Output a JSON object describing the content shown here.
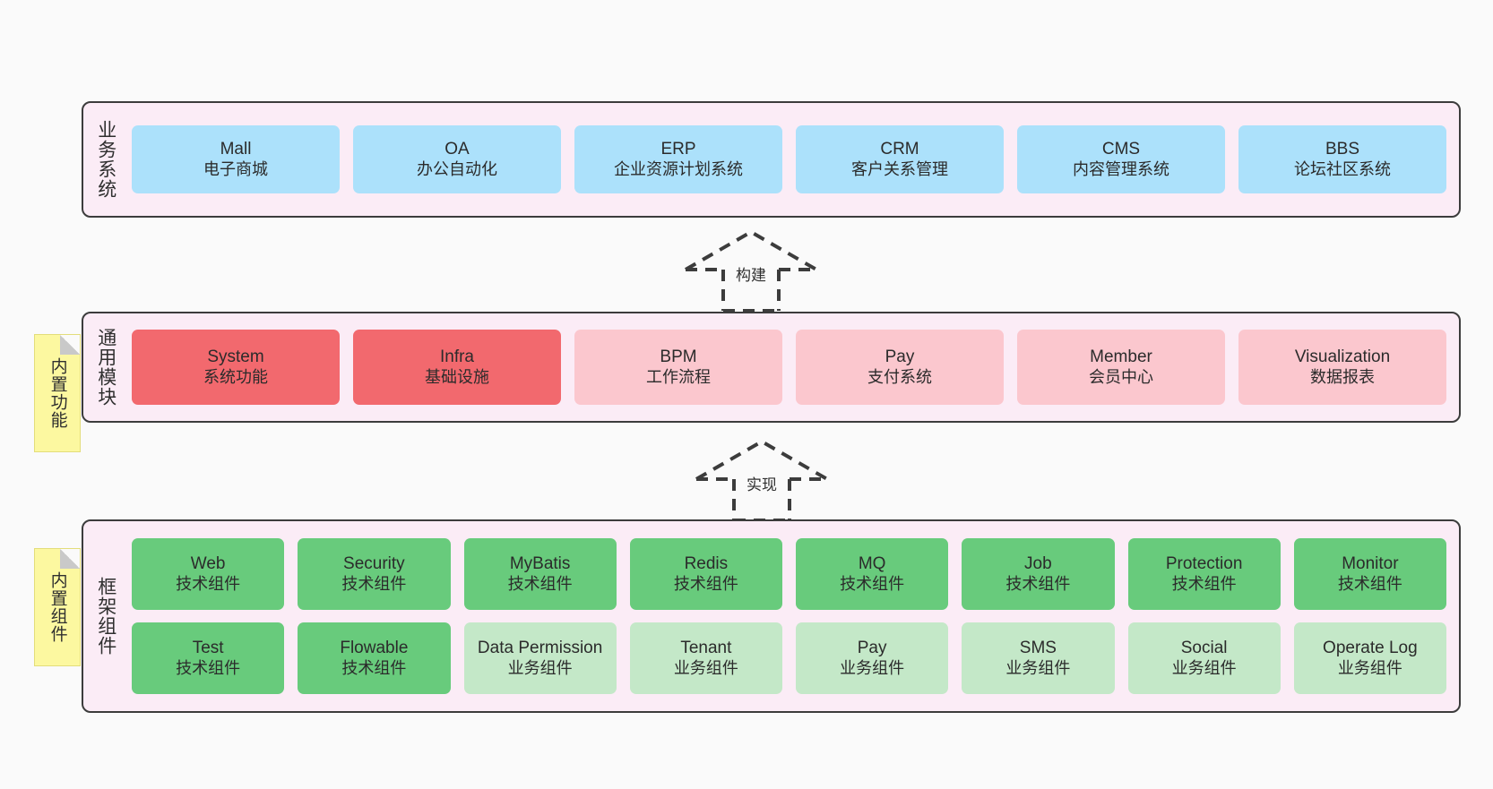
{
  "diagram": {
    "background_color": "#fafafa",
    "layer_fill": "#fbecf6",
    "layer_border": "#3c3c3c",
    "note_fill": "#fcf8a0",
    "colors": {
      "blue": "#ace1fb",
      "red": "#f2696e",
      "pink": "#fbc7ce",
      "green": "#68cb7c",
      "light_green": "#c4e8c8"
    }
  },
  "layers": [
    {
      "key": "business",
      "title": "业务系统",
      "rows": [
        [
          {
            "en": "Mall",
            "cn": "电子商城",
            "color": "blue"
          },
          {
            "en": "OA",
            "cn": "办公自动化",
            "color": "blue"
          },
          {
            "en": "ERP",
            "cn": "企业资源计划系统",
            "color": "blue"
          },
          {
            "en": "CRM",
            "cn": "客户关系管理",
            "color": "blue"
          },
          {
            "en": "CMS",
            "cn": "内容管理系统",
            "color": "blue"
          },
          {
            "en": "BBS",
            "cn": "论坛社区系统",
            "color": "blue"
          }
        ]
      ]
    },
    {
      "key": "common",
      "title": "通用模块",
      "note": "内置功能",
      "rows": [
        [
          {
            "en": "System",
            "cn": "系统功能",
            "color": "red"
          },
          {
            "en": "Infra",
            "cn": "基础设施",
            "color": "red"
          },
          {
            "en": "BPM",
            "cn": "工作流程",
            "color": "pink"
          },
          {
            "en": "Pay",
            "cn": "支付系统",
            "color": "pink"
          },
          {
            "en": "Member",
            "cn": "会员中心",
            "color": "pink"
          },
          {
            "en": "Visualization",
            "cn": "数据报表",
            "color": "pink"
          }
        ]
      ]
    },
    {
      "key": "frame",
      "title": "框架组件",
      "note": "内置组件",
      "rows": [
        [
          {
            "en": "Web",
            "cn": "技术组件",
            "color": "green"
          },
          {
            "en": "Security",
            "cn": "技术组件",
            "color": "green"
          },
          {
            "en": "MyBatis",
            "cn": "技术组件",
            "color": "green"
          },
          {
            "en": "Redis",
            "cn": "技术组件",
            "color": "green"
          },
          {
            "en": "MQ",
            "cn": "技术组件",
            "color": "green"
          },
          {
            "en": "Job",
            "cn": "技术组件",
            "color": "green"
          },
          {
            "en": "Protection",
            "cn": "技术组件",
            "color": "green"
          },
          {
            "en": "Monitor",
            "cn": "技术组件",
            "color": "green"
          }
        ],
        [
          {
            "en": "Test",
            "cn": "技术组件",
            "color": "green"
          },
          {
            "en": "Flowable",
            "cn": "技术组件",
            "color": "green"
          },
          {
            "en": "Data Permission",
            "cn": "业务组件",
            "color": "lgreen"
          },
          {
            "en": "Tenant",
            "cn": "业务组件",
            "color": "lgreen"
          },
          {
            "en": "Pay",
            "cn": "业务组件",
            "color": "lgreen"
          },
          {
            "en": "SMS",
            "cn": "业务组件",
            "color": "lgreen"
          },
          {
            "en": "Social",
            "cn": "业务组件",
            "color": "lgreen"
          },
          {
            "en": "Operate Log",
            "cn": "业务组件",
            "color": "lgreen"
          }
        ]
      ]
    }
  ],
  "connectors": [
    {
      "key": "build",
      "label": "构建"
    },
    {
      "key": "implement",
      "label": "实现"
    }
  ]
}
